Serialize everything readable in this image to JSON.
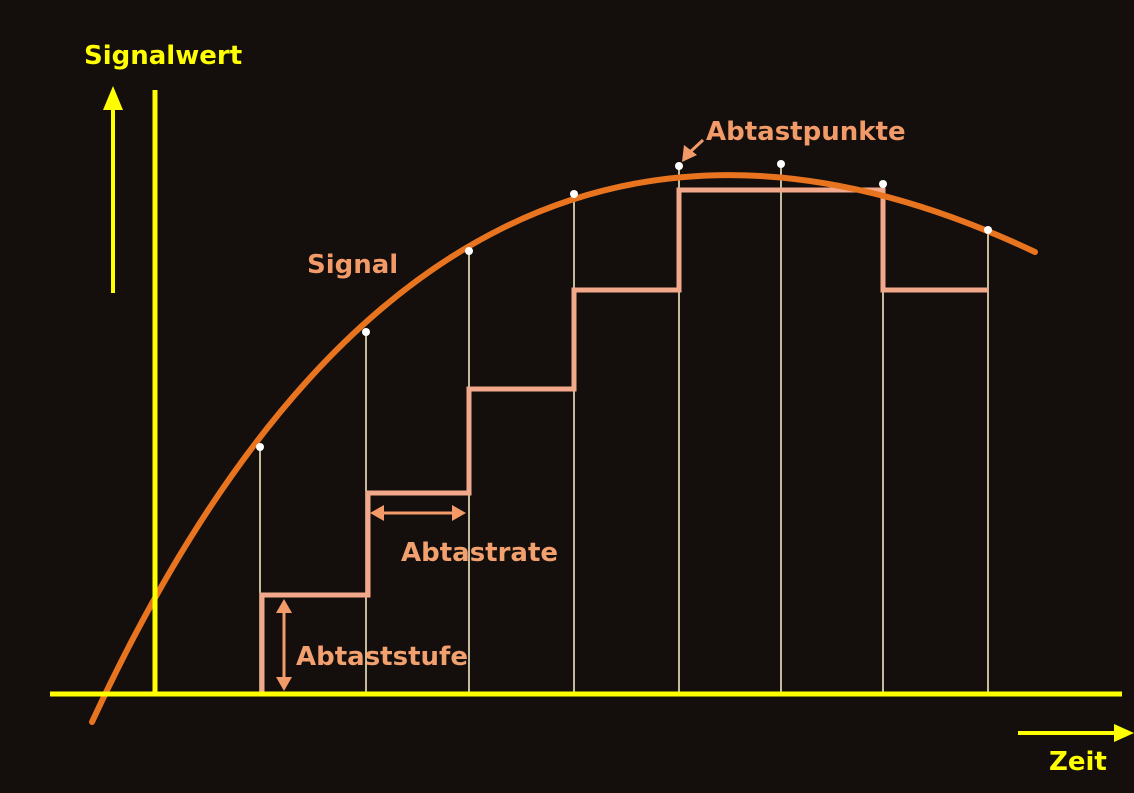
{
  "labels": {
    "y_axis": "Signalwert",
    "x_axis": "Zeit",
    "signal": "Signal",
    "sample_points": "Abtastpunkte",
    "sample_rate": "Abtastrate",
    "sample_step": "Abtaststufe"
  },
  "colors": {
    "background": "#140f0d",
    "axis": "#ffff00",
    "signal_curve": "#e8741f",
    "quantized_steps": "#f2a88a",
    "label_orange": "#f29a68",
    "sample_lines": "#fff5c8",
    "sample_dots": "#ffffff"
  }
}
